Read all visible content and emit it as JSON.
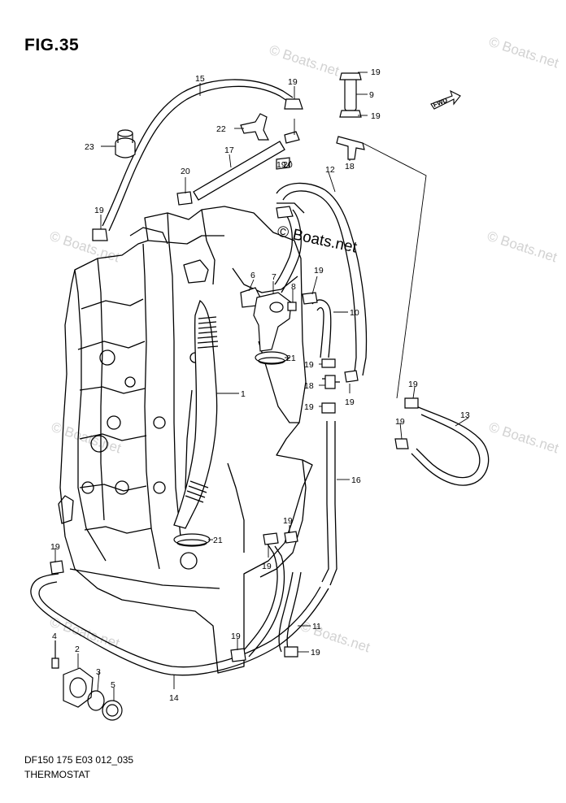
{
  "figure": {
    "title": "FIG.35",
    "code": "DF150 175 E03 012_035",
    "name": "THERMOSTAT"
  },
  "direction_marker": "FWD",
  "watermark_main": "© Boats.net",
  "watermarks": [
    "© Boats.net",
    "© Boats.net",
    "© Boats.net",
    "© Boats.net",
    "© Boats.net",
    "© Boats.net",
    "© Boats.net",
    "© Boats.net"
  ],
  "callouts": [
    {
      "id": "c1",
      "label": "1"
    },
    {
      "id": "c2",
      "label": "2"
    },
    {
      "id": "c3",
      "label": "3"
    },
    {
      "id": "c4",
      "label": "4"
    },
    {
      "id": "c5",
      "label": "5"
    },
    {
      "id": "c6",
      "label": "6"
    },
    {
      "id": "c7",
      "label": "7"
    },
    {
      "id": "c8",
      "label": "8"
    },
    {
      "id": "c9",
      "label": "9"
    },
    {
      "id": "c10",
      "label": "10"
    },
    {
      "id": "c11",
      "label": "11"
    },
    {
      "id": "c12",
      "label": "12"
    },
    {
      "id": "c13",
      "label": "13"
    },
    {
      "id": "c14",
      "label": "14"
    },
    {
      "id": "c15",
      "label": "15"
    },
    {
      "id": "c16",
      "label": "16"
    },
    {
      "id": "c17",
      "label": "17"
    },
    {
      "id": "c18a",
      "label": "18"
    },
    {
      "id": "c18b",
      "label": "18"
    },
    {
      "id": "c19a",
      "label": "19"
    },
    {
      "id": "c19b",
      "label": "19"
    },
    {
      "id": "c19c",
      "label": "19"
    },
    {
      "id": "c19d",
      "label": "19"
    },
    {
      "id": "c19e",
      "label": "19"
    },
    {
      "id": "c19f",
      "label": "19"
    },
    {
      "id": "c19g",
      "label": "19"
    },
    {
      "id": "c19h",
      "label": "19"
    },
    {
      "id": "c19i",
      "label": "19"
    },
    {
      "id": "c19j",
      "label": "19"
    },
    {
      "id": "c19k",
      "label": "19"
    },
    {
      "id": "c19l",
      "label": "19"
    },
    {
      "id": "c19m",
      "label": "19"
    },
    {
      "id": "c19n",
      "label": "19"
    },
    {
      "id": "c19o",
      "label": "19"
    },
    {
      "id": "c19p",
      "label": "19"
    },
    {
      "id": "c20a",
      "label": "20"
    },
    {
      "id": "c20b",
      "label": "20"
    },
    {
      "id": "c21a",
      "label": "21"
    },
    {
      "id": "c21b",
      "label": "21"
    },
    {
      "id": "c22",
      "label": "22"
    },
    {
      "id": "c23",
      "label": "23"
    }
  ]
}
